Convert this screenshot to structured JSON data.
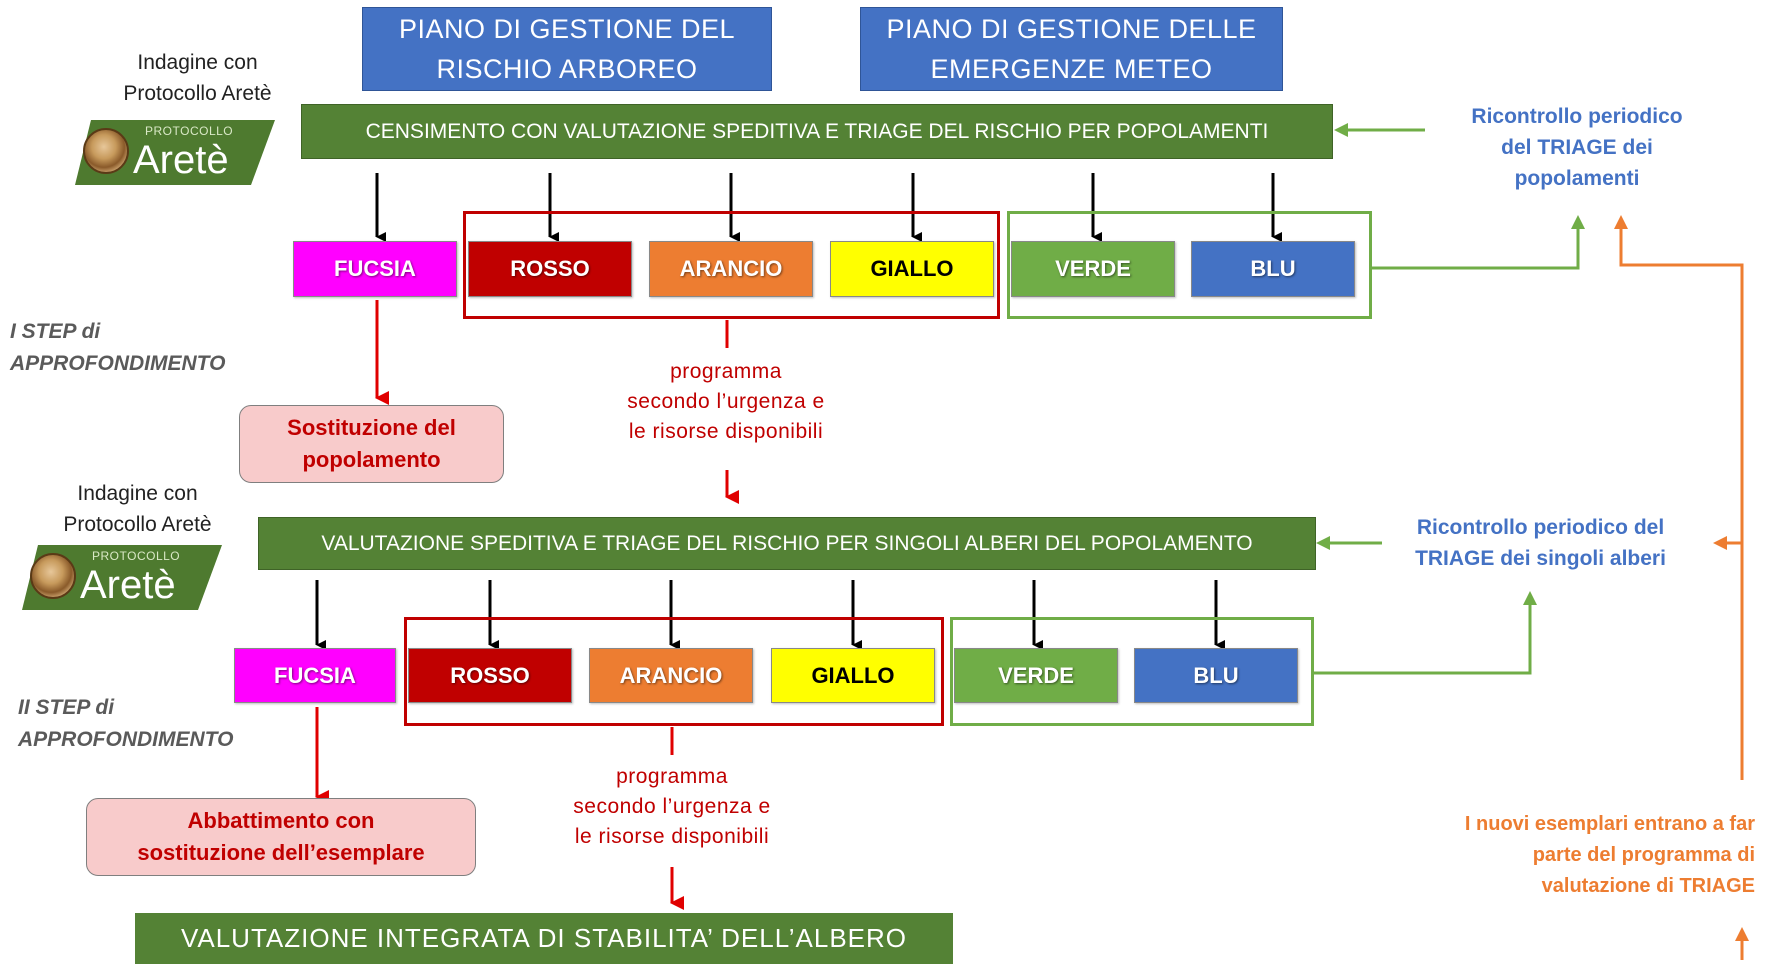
{
  "plans": {
    "tree_risk": "PIANO DI GESTIONE  DEL\nRISCHIO  ARBOREO",
    "weather": "PIANO DI GESTIONE  DELLE\nEMERGENZE  METEO"
  },
  "logo": {
    "small_text": "PROTOCOLLO",
    "word": "Aretè"
  },
  "step1": {
    "survey_label": "Indagine con\nProtocollo Aretè",
    "banner": "CENSIMENTO CON VALUTAZIONE SPEDITIVA E TRIAGE DEL RISCHIO PER POPOLAMENTI",
    "step_label": "I STEP di\nAPPROFONDIMENTO",
    "categories": [
      "FUCSIA",
      "ROSSO",
      "ARANCIO",
      "GIALLO",
      "VERDE",
      "BLU"
    ],
    "outcome": "Sostituzione del\npopolamento",
    "program": "programma\nsecondo l’urgenza e\nle risorse disponibili",
    "recheck": "Ricontrollo periodico\ndel TRIAGE dei\npopolamenti"
  },
  "step2": {
    "survey_label": "Indagine con\nProtocollo Aretè",
    "banner": "VALUTAZIONE SPEDITIVA E TRIAGE DEL RISCHIO PER SINGOLI ALBERI DEL POPOLAMENTO",
    "step_label": "II STEP di\nAPPROFONDIMENTO",
    "categories": [
      "FUCSIA",
      "ROSSO",
      "ARANCIO",
      "GIALLO",
      "VERDE",
      "BLU"
    ],
    "outcome": "Abbattimento con\nsostituzione dell’esemplare",
    "program": "programma\nsecondo l’urgenza e\nle risorse disponibili",
    "recheck": "Ricontrollo periodico del\nTRIAGE dei singoli alberi"
  },
  "new_trees": "I nuovi esemplari entrano a far\nparte del programma di\nvalutazione di TRIAGE",
  "final": "VALUTAZIONE  INTEGRATA  DI STABILITA’  DELL’ALBERO",
  "colors": {
    "fucsia": "#ff00ff",
    "rosso": "#c00000",
    "arancio": "#ed7d31",
    "giallo": "#ffff00",
    "verde": "#70ad47",
    "blu": "#4472c4",
    "banner_green": "#548235",
    "plan_blue": "#4472c4",
    "recheck_blue": "#4472c4",
    "new_trees_orange": "#ed7d31"
  }
}
